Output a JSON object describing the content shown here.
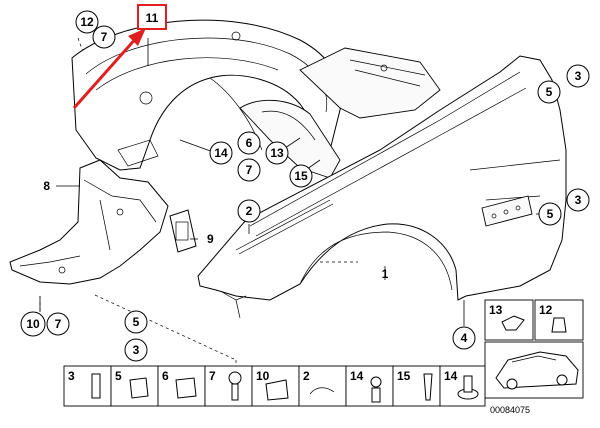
{
  "diagram": {
    "callouts": {
      "c12": "12",
      "c7a": "7",
      "c11": "11",
      "c8": "8",
      "c9": "9",
      "c10": "10",
      "c7b": "7",
      "c5a": "5",
      "c3a": "3",
      "c14": "14",
      "c6": "6",
      "c7c": "7",
      "c13": "13",
      "c15": "15",
      "c2": "2",
      "c1": "1",
      "c5b": "5",
      "c3b": "3",
      "c5c": "5",
      "c3c": "3",
      "c4": "4"
    },
    "hardware_strip": [
      "3",
      "5",
      "6",
      "7",
      "10",
      "2",
      "14",
      "15",
      "14"
    ],
    "hardware_small": [
      "13",
      "12"
    ],
    "document_id": "00084075",
    "highlight_color": "#e02020"
  }
}
